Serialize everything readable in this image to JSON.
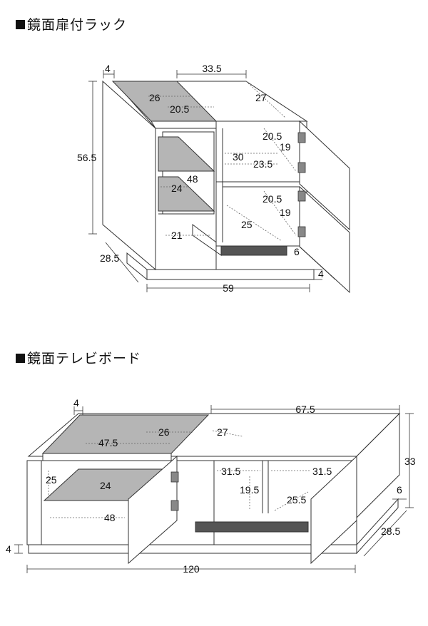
{
  "rack": {
    "title": "鏡面扉付ラック",
    "dims": {
      "top_thickness": "4",
      "top_width": "33.5",
      "mirror_depth": "26",
      "mirror_inner": "20.5",
      "top_depth": "27",
      "height": "56.5",
      "upper_inner_h": "20.5",
      "upper_door_h": "19",
      "inner_width": "30",
      "inner_width2": "23.5",
      "shelf_h": "48",
      "shelf_depth": "24",
      "lower_inner_h": "20.5",
      "lower_door_h": "19",
      "lower_depth": "25",
      "bottom_h": "21",
      "depth": "28.5",
      "base_h": "6",
      "base_thickness": "4",
      "width": "59"
    }
  },
  "tv": {
    "title": "鏡面テレビボード",
    "dims": {
      "side_thickness": "4",
      "right_width": "67.5",
      "mirror_w": "47.5",
      "mirror_d": "26",
      "top_depth": "27",
      "height": "33",
      "left_h": "25",
      "shelf_d": "24",
      "inner_w1": "31.5",
      "inner_w2": "31.5",
      "inner_h": "19.5",
      "base_h": "6",
      "inner_d": "25.5",
      "left_w": "48",
      "bottom_thickness": "4",
      "depth": "28.5",
      "width": "120"
    }
  }
}
